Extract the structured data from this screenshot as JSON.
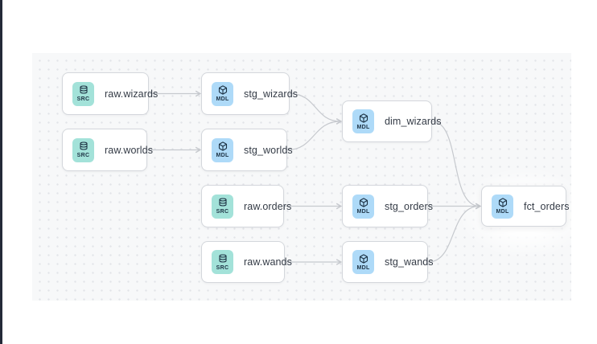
{
  "diagram": {
    "kind": "data-lineage-dag",
    "badge_types": [
      "SRC",
      "MDL"
    ]
  },
  "colors": {
    "canvas_bg": "#f7f8f9",
    "grid_dot": "#e2e4e8",
    "node_bg": "#ffffff",
    "node_border": "#d4d7dc",
    "edge": "#c6c9ce",
    "src_badge_bg": "#a3e2d9",
    "mdl_badge_bg": "#aedaf8",
    "badge_fg": "#1d3244",
    "label_fg": "#343b46",
    "left_edge_strip": "#242a38"
  },
  "nodes": [
    {
      "id": "raw_wizards",
      "badge": "SRC",
      "label": "raw.wizards",
      "icon": "database-icon"
    },
    {
      "id": "stg_wizards",
      "badge": "MDL",
      "label": "stg_wizards",
      "icon": "cube-icon"
    },
    {
      "id": "raw_worlds",
      "badge": "SRC",
      "label": "raw.worlds",
      "icon": "database-icon"
    },
    {
      "id": "stg_worlds",
      "badge": "MDL",
      "label": "stg_worlds",
      "icon": "cube-icon"
    },
    {
      "id": "dim_wizards",
      "badge": "MDL",
      "label": "dim_wizards",
      "icon": "cube-icon"
    },
    {
      "id": "raw_orders",
      "badge": "SRC",
      "label": "raw.orders",
      "icon": "database-icon"
    },
    {
      "id": "stg_orders",
      "badge": "MDL",
      "label": "stg_orders",
      "icon": "cube-icon"
    },
    {
      "id": "raw_wands",
      "badge": "SRC",
      "label": "raw.wands",
      "icon": "database-icon"
    },
    {
      "id": "stg_wands",
      "badge": "MDL",
      "label": "stg_wands",
      "icon": "cube-icon"
    },
    {
      "id": "fct_orders",
      "badge": "MDL",
      "label": "fct_orders",
      "icon": "cube-icon",
      "highlighted": true
    }
  ],
  "edges": [
    {
      "from": "raw.wizards",
      "to": "stg_wizards"
    },
    {
      "from": "raw.worlds",
      "to": "stg_worlds"
    },
    {
      "from": "stg_wizards",
      "to": "dim_wizards"
    },
    {
      "from": "stg_worlds",
      "to": "dim_wizards"
    },
    {
      "from": "raw.orders",
      "to": "stg_orders"
    },
    {
      "from": "raw.wands",
      "to": "stg_wands"
    },
    {
      "from": "dim_wizards",
      "to": "fct_orders"
    },
    {
      "from": "stg_orders",
      "to": "fct_orders"
    },
    {
      "from": "stg_wands",
      "to": "fct_orders"
    }
  ]
}
